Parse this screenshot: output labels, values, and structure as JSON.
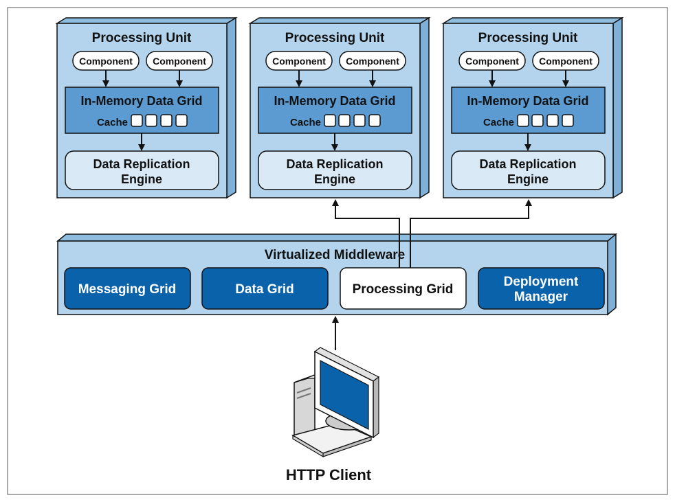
{
  "processing_units": [
    {
      "title": "Processing Unit",
      "components": [
        "Component",
        "Component"
      ],
      "data_grid": {
        "label": "In-Memory Data Grid",
        "cache_label": "Cache",
        "cache_slots": 4
      },
      "replication": {
        "line1": "Data Replication",
        "line2": "Engine"
      }
    },
    {
      "title": "Processing Unit",
      "components": [
        "Component",
        "Component"
      ],
      "data_grid": {
        "label": "In-Memory Data Grid",
        "cache_label": "Cache",
        "cache_slots": 4
      },
      "replication": {
        "line1": "Data Replication",
        "line2": "Engine"
      }
    },
    {
      "title": "Processing Unit",
      "components": [
        "Component",
        "Component"
      ],
      "data_grid": {
        "label": "In-Memory Data Grid",
        "cache_label": "Cache",
        "cache_slots": 4
      },
      "replication": {
        "line1": "Data Replication",
        "line2": "Engine"
      }
    }
  ],
  "middleware": {
    "title": "Virtualized Middleware",
    "grids": {
      "messaging": "Messaging Grid",
      "data": "Data Grid",
      "processing": "Processing Grid",
      "deployment_line1": "Deployment",
      "deployment_line2": "Manager"
    }
  },
  "client": {
    "label": "HTTP Client",
    "icon": "desktop-computer-icon"
  },
  "colors": {
    "unit_fill": "#b3d4ec",
    "unit_side": "#7fb0d8",
    "data_grid_fill": "#5b9bd1",
    "replication_fill": "#d9e9f5",
    "grid_dark": "#0a62aa",
    "grid_light": "#ffffff",
    "stroke": "#111111",
    "screen": "#0a62aa"
  }
}
